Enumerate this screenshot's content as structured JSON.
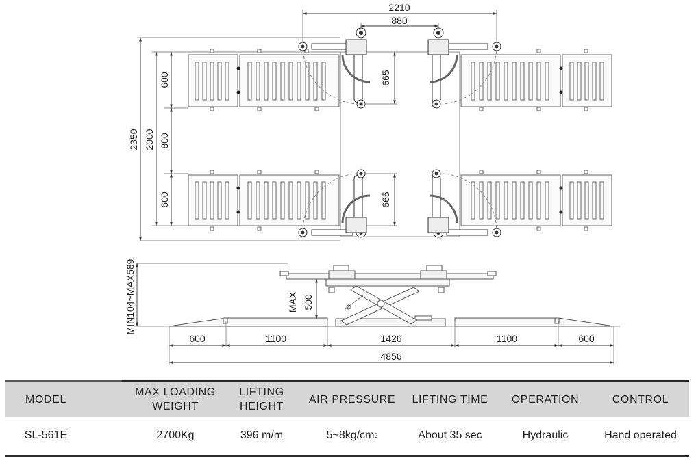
{
  "top_view": {
    "dimensions": {
      "overall_width": "2210",
      "inner_width": "880",
      "arm_length_upper": "665",
      "arm_length_lower": "665",
      "overall_length": "2350",
      "span_length": "2000",
      "platform_width_upper": "600",
      "platform_gap": "800",
      "platform_width_lower": "600"
    }
  },
  "side_view": {
    "dimensions": {
      "height_range": "MIN104~MAX589",
      "max_label": "MAX",
      "max_value": "500",
      "ramp_left": "600",
      "platform_left": "1100",
      "center": "1426",
      "platform_right": "1100",
      "ramp_right": "600",
      "total_length": "4856"
    }
  },
  "spec_table": {
    "headers": {
      "model": "MODEL",
      "max_loading_line1": "MAX LOADING",
      "max_loading_line2": "WEIGHT",
      "lifting_height_line1": "LIFTING",
      "lifting_height_line2": "HEIGHT",
      "air_pressure": "AIR PRESSURE",
      "lifting_time": "LIFTING TIME",
      "operation": "OPERATION",
      "control": "CONTROL"
    },
    "row": {
      "model": "SL-561E",
      "max_loading": "2700Kg",
      "lifting_height": "396 m/m",
      "air_pressure": "5~8kg/cm",
      "air_pressure_exp": "2",
      "lifting_time": "About 35 sec",
      "operation": "Hydraulic",
      "control": "Hand operated"
    }
  }
}
